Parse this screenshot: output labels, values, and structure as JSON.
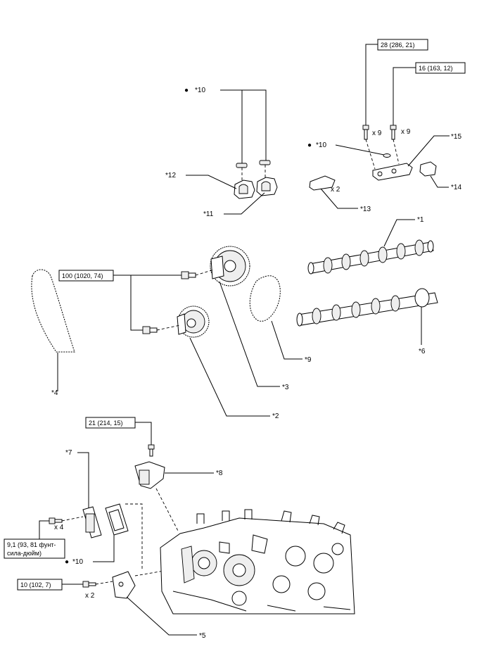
{
  "torque_specs": {
    "t28": "28 (286, 21)",
    "t16": "16 (163, 12)",
    "t100": "100 (1020, 74)",
    "t21": "21 (214, 15)",
    "t91_line1": "9,1 (93, 81 фунт-",
    "t91_line2": "сила-дюйм)",
    "t10": "10 (102, 7)"
  },
  "quantities": {
    "q9a": "x 9",
    "q9b": "x 9",
    "q2_bridge": "x 2",
    "q4": "x 4",
    "q2_bolt": "x 2"
  },
  "callouts": {
    "c1": "*1",
    "c2": "*2",
    "c3": "*3",
    "c4": "*4",
    "c5": "*5",
    "c6": "*6",
    "c7": "*7",
    "c8": "*8",
    "c9": "*9",
    "c10a": "*10",
    "c10b": "*10",
    "c10c": "*10",
    "c11": "*11",
    "c12": "*12",
    "c13": "*13",
    "c14": "*14",
    "c15": "*15"
  },
  "symbols": {
    "bullet": "●"
  }
}
